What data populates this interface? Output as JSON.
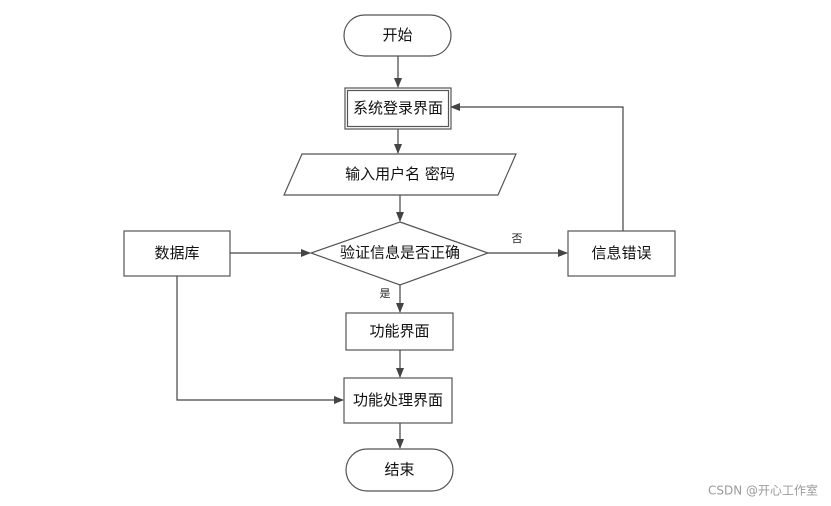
{
  "nodes": {
    "start": "开始",
    "login": "系统登录界面",
    "input": "输入用户名 密码",
    "verify": "验证信息是否正确",
    "database": "数据库",
    "error": "信息错误",
    "function": "功能界面",
    "process": "功能处理界面",
    "end": "结束"
  },
  "edges": {
    "no": "否",
    "yes": "是"
  },
  "watermark": "CSDN @开心工作室"
}
